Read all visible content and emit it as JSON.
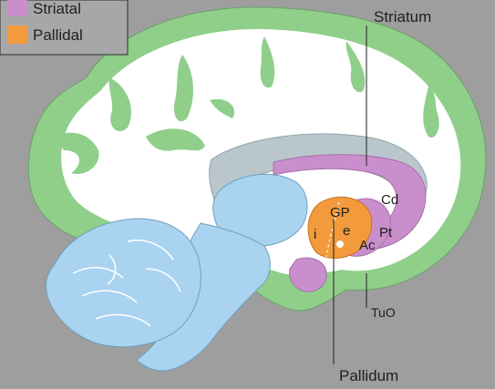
{
  "legend": {
    "items": [
      {
        "label": "Striatal",
        "color": "#c98fcc"
      },
      {
        "label": "Pallidal",
        "color": "#f39a3c"
      }
    ]
  },
  "labels": {
    "striatum": "Striatum",
    "pallidum": "Pallidum",
    "cd": "Cd",
    "pt": "Pt",
    "ac": "Ac",
    "gp": "GP",
    "gpe": "e",
    "gpi": "i",
    "tuo": "TuO"
  },
  "colors": {
    "background": "#9e9e9e",
    "cortex": "#8fcf8a",
    "white_matter": "#ffffff",
    "striatal": "#c98fcc",
    "pallidal": "#f39a3c",
    "thalamus_brainstem": "#a9d3ef",
    "ventricle": "#b9c7cc"
  }
}
